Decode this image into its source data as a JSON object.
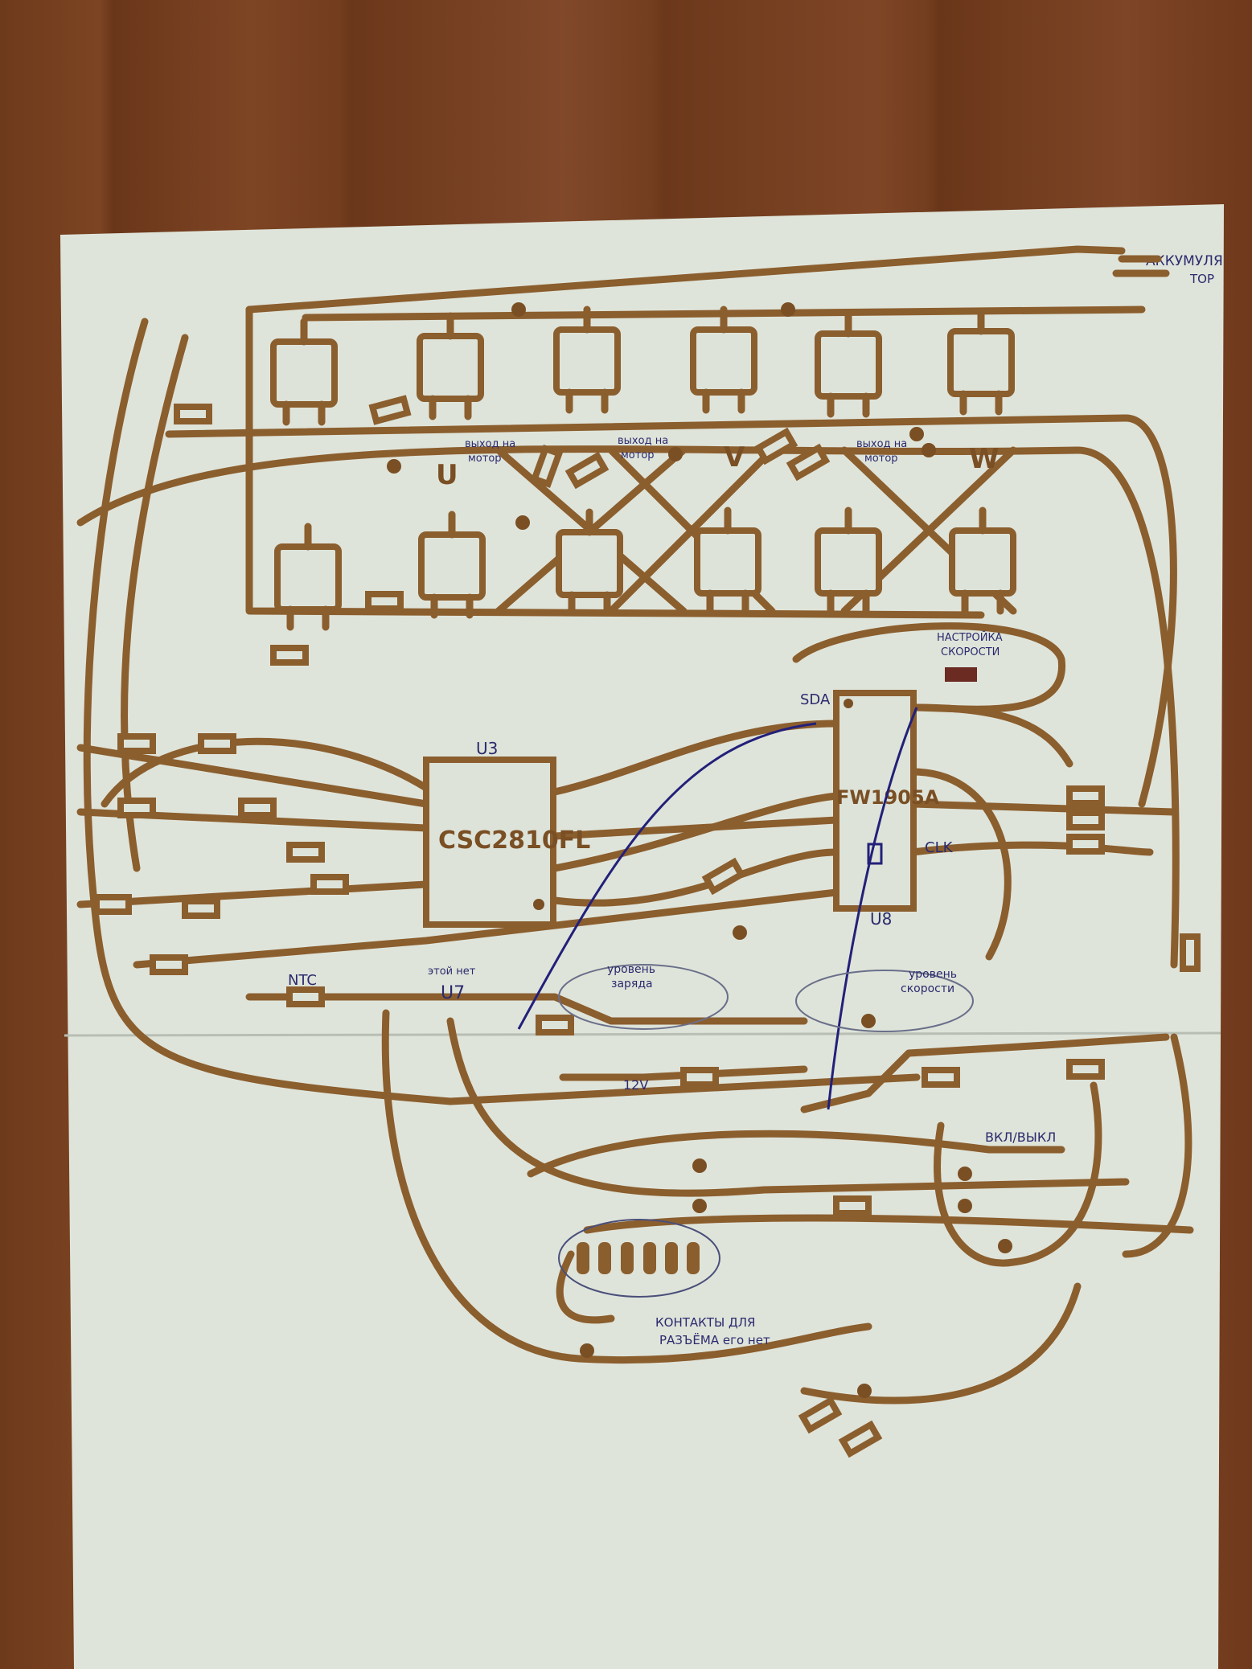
{
  "diagram": {
    "battery": {
      "line1": "АККУМУЛЯ",
      "line2": "ТОР"
    },
    "motor_u": {
      "note1": "выход на",
      "note2": "мотор",
      "phase": "U"
    },
    "motor_v": {
      "note1": "выход на",
      "note2": "мотор",
      "phase": "V"
    },
    "motor_w": {
      "note1": "выход на",
      "note2": "мотор",
      "phase": "W"
    },
    "u3": {
      "ref": "U3",
      "part": "CSC2810FL"
    },
    "u8": {
      "ref": "U8",
      "part": "FW1905A",
      "pin_sda": "SDA",
      "pin_clk": "CLK"
    },
    "speed_adjust": {
      "line1": "НАСТРОЙКА",
      "line2": "СКОРОСТИ"
    },
    "ntc": "NTC",
    "u7": {
      "note": "этой нет",
      "ref": "U7"
    },
    "charge_level": {
      "line1": "уровень",
      "line2": "заряда"
    },
    "speed_level": {
      "line1": "уровень",
      "line2": "скорости"
    },
    "voltage": "12V",
    "power_switch": "ВКЛ/ВЫКЛ",
    "connector": {
      "line1": "КОНТАКТЫ ДЛЯ",
      "line2": "РАЗЪЁМА его нет"
    }
  }
}
